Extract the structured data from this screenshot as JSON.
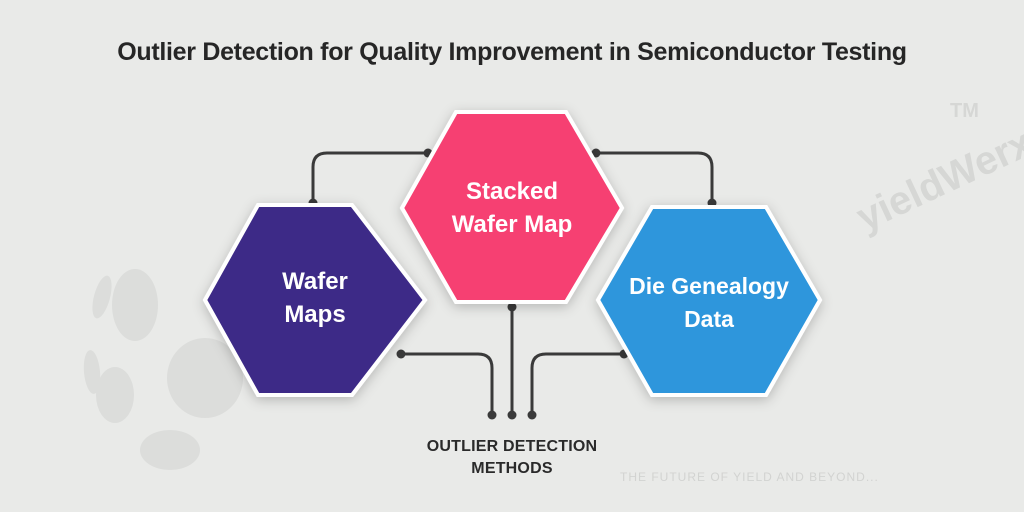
{
  "title": "Outlier Detection for Quality Improvement in Semiconductor Testing",
  "nodes": {
    "stacked": {
      "label_line1": "Stacked",
      "label_line2": "Wafer Map",
      "color": "#f63f72"
    },
    "wafer_maps": {
      "label_line1": "Wafer",
      "label_line2": "Maps",
      "color": "#3d2a87"
    },
    "die_genealogy": {
      "label_line1": "Die Genealogy",
      "label_line2": "Data",
      "color": "#2d96dc"
    }
  },
  "bottom_label": {
    "line1": "OUTLIER DETECTION",
    "line2": "METHODS"
  },
  "connector_color": "#3a3a3a",
  "watermark": {
    "brand": "yieldWerx",
    "tm": "TM",
    "tagline": "THE FUTURE OF YIELD AND BEYOND..."
  }
}
